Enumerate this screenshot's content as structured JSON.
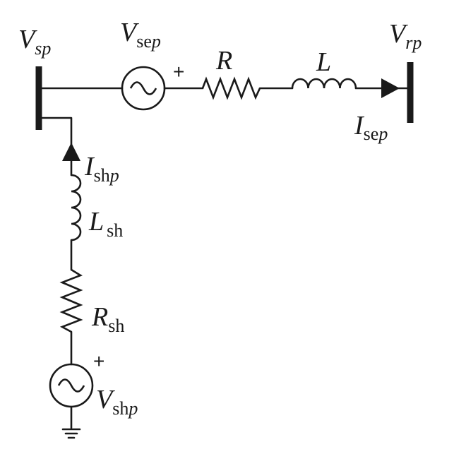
{
  "labels": {
    "v_sp": {
      "main": "V",
      "sub": "sp"
    },
    "v_sep": {
      "main": "V",
      "sub": "se",
      "sub_italic": "p"
    },
    "r": {
      "main": "R"
    },
    "l": {
      "main": "L"
    },
    "v_rp": {
      "main": "V",
      "sub": "rp"
    },
    "i_sep": {
      "main": "I",
      "sub": "se",
      "sub_italic": "p"
    },
    "i_shp": {
      "main": "I",
      "sub": "sh",
      "sub_italic": "p"
    },
    "l_sh": {
      "main": "L",
      "sub": "sh"
    },
    "r_sh": {
      "main": "R",
      "sub": "sh"
    },
    "v_shp": {
      "main": "V",
      "sub": "sh",
      "sub_italic": "p"
    }
  },
  "polarity": {
    "series_source": "+",
    "shunt_source": "+"
  }
}
